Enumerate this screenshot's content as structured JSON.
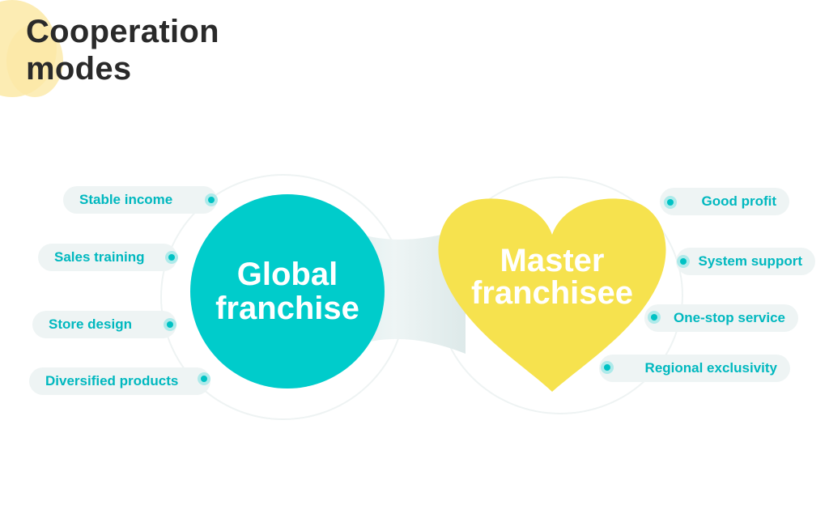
{
  "title": "Cooperation modes",
  "global": {
    "label": "Global\nfranchise",
    "color": "#00cccb",
    "features": [
      "Stable income",
      "Sales training",
      "Store design",
      "Diversified products"
    ]
  },
  "master": {
    "label": "Master\nfranchisee",
    "color": "#f6e24e",
    "features": [
      "Good profit",
      "System support",
      "One-stop service",
      "Regional exclusivity"
    ]
  },
  "feature_text_color": "#00b8bf"
}
